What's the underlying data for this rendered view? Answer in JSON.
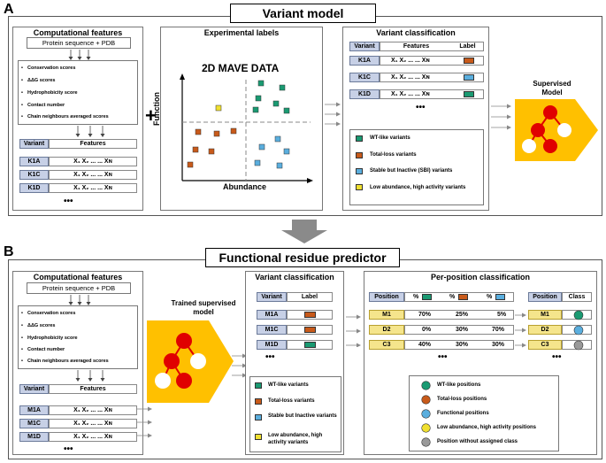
{
  "panel_a": {
    "letter": "A",
    "title": "Variant model",
    "computational": {
      "title": "Computational features",
      "input": "Protein sequence + PDB",
      "features": [
        "Conservation scores",
        "ΔΔG scores",
        "Hydrophobicity score",
        "Contact number",
        "Chain neighbours averaged scores"
      ],
      "table_header": [
        "Variant",
        "Features"
      ],
      "rows": [
        "K1A",
        "K1C",
        "K1D"
      ],
      "feature_row": "X₁ X₂ ... ... Xɴ",
      "more": "•••"
    },
    "experimental": {
      "title": "Experimental labels",
      "heading": "2D MAVE DATA",
      "xlabel": "Abundance",
      "ylabel": "Function"
    },
    "plus": "+",
    "classification": {
      "title": "Variant classification",
      "table_header": [
        "Variant",
        "Features",
        "Label"
      ],
      "rows": [
        {
          "variant": "K1A",
          "color": "#e07020"
        },
        {
          "variant": "K1C",
          "color": "#5aaede"
        },
        {
          "variant": "K1D",
          "color": "#1a9a72"
        }
      ],
      "feature_row": "X₁ X₂ ... ... Xɴ",
      "more": "•••",
      "legend": [
        {
          "label": "WT-like variants",
          "color": "#1a9a72"
        },
        {
          "label": "Total-loss variants",
          "color": "#c85a1a"
        },
        {
          "label": "Stable but Inactive (SBI) variants",
          "color": "#5aaede"
        },
        {
          "label": "Low abundance, high activity variants",
          "color": "#f0e030"
        }
      ]
    },
    "model": {
      "label": "Supervised Model"
    }
  },
  "panel_b": {
    "letter": "B",
    "title": "Functional residue predictor",
    "computational": {
      "title": "Computational features",
      "input": "Protein sequence + PDB",
      "features": [
        "Conservation scores",
        "ΔΔG scores",
        "Hydrophobicity score",
        "Contact number",
        "Chain neighbours averaged scores"
      ],
      "table_header": [
        "Variant",
        "Features"
      ],
      "rows": [
        "M1A",
        "M1C",
        "M1D"
      ],
      "feature_row": "X₁ X₂ ... ... Xɴ",
      "more": "•••"
    },
    "model": {
      "label": "Trained supervised model"
    },
    "classification": {
      "title": "Variant classification",
      "table_header": [
        "Variant",
        "Label"
      ],
      "rows": [
        {
          "variant": "M1A",
          "color": "#c85a1a"
        },
        {
          "variant": "M1C",
          "color": "#c85a1a"
        },
        {
          "variant": "M1D",
          "color": "#1a9a72"
        }
      ],
      "more": "•••",
      "legend": [
        {
          "label": "WT-like variants",
          "color": "#1a9a72"
        },
        {
          "label": "Total-loss variants",
          "color": "#c85a1a"
        },
        {
          "label": "Stable but Inactive variants",
          "color": "#5aaede"
        },
        {
          "label": "Low abundance, high activity variants",
          "color": "#f0e030"
        }
      ]
    },
    "per_position": {
      "title": "Per-position classification",
      "table_header": [
        "Position",
        "%",
        "%",
        "%"
      ],
      "rows": [
        {
          "position": "M1",
          "p1": "70%",
          "p2": "25%",
          "p3": "5%",
          "class_color": "#1a9a72"
        },
        {
          "position": "D2",
          "p1": "0%",
          "p2": "30%",
          "p3": "70%",
          "class_color": "#5aaede"
        },
        {
          "position": "C3",
          "p1": "40%",
          "p2": "30%",
          "p3": "30%",
          "class_color": "#999999"
        }
      ],
      "class_header": [
        "Position",
        "Class"
      ],
      "more": "•••",
      "legend": [
        {
          "label": "WT-like positions",
          "color": "#1a9a72"
        },
        {
          "label": "Total-loss positions",
          "color": "#c85a1a"
        },
        {
          "label": "Functional positions",
          "color": "#5aaede"
        },
        {
          "label": "Low abundance, high activity positions",
          "color": "#f0e030"
        },
        {
          "label": "Position without assigned class",
          "color": "#999999"
        }
      ]
    }
  }
}
